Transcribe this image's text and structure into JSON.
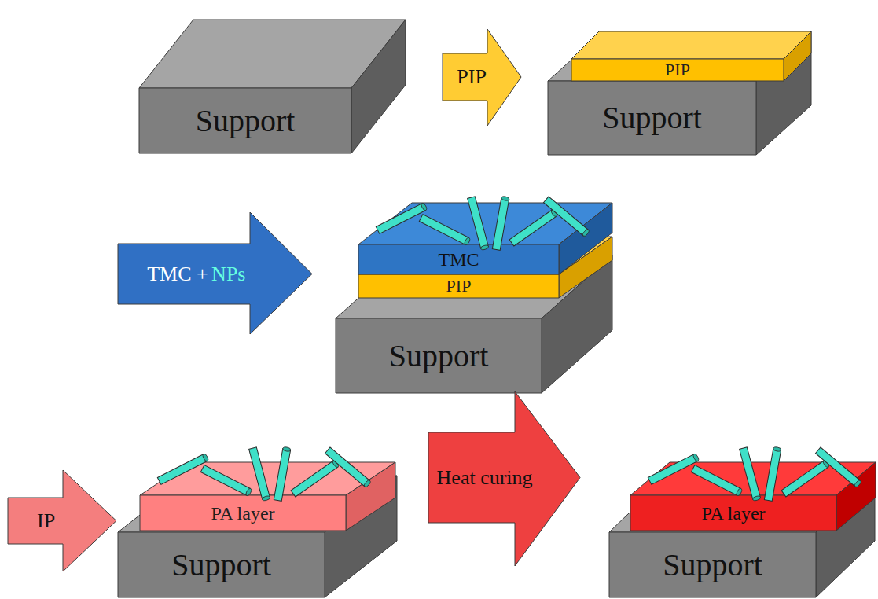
{
  "diagram": {
    "nodes": [
      {
        "text": [
          "Support"
        ]
      },
      {
        "text": [
          "PIP"
        ]
      },
      {
        "text": [
          "PIP"
        ]
      },
      {
        "text": [
          "Support"
        ]
      },
      {
        "text": [
          "TMC +",
          "NPs"
        ]
      },
      {
        "text": [
          "TMC"
        ]
      },
      {
        "text": [
          "PIP"
        ]
      },
      {
        "text": [
          "Support"
        ]
      },
      {
        "text": [
          "IP"
        ]
      },
      {
        "text": [
          "PA layer"
        ]
      },
      {
        "text": [
          "Support"
        ]
      },
      {
        "text": [
          "Heat curing"
        ]
      },
      {
        "text": [
          "PA layer"
        ]
      },
      {
        "text": [
          "Support"
        ]
      }
    ]
  }
}
